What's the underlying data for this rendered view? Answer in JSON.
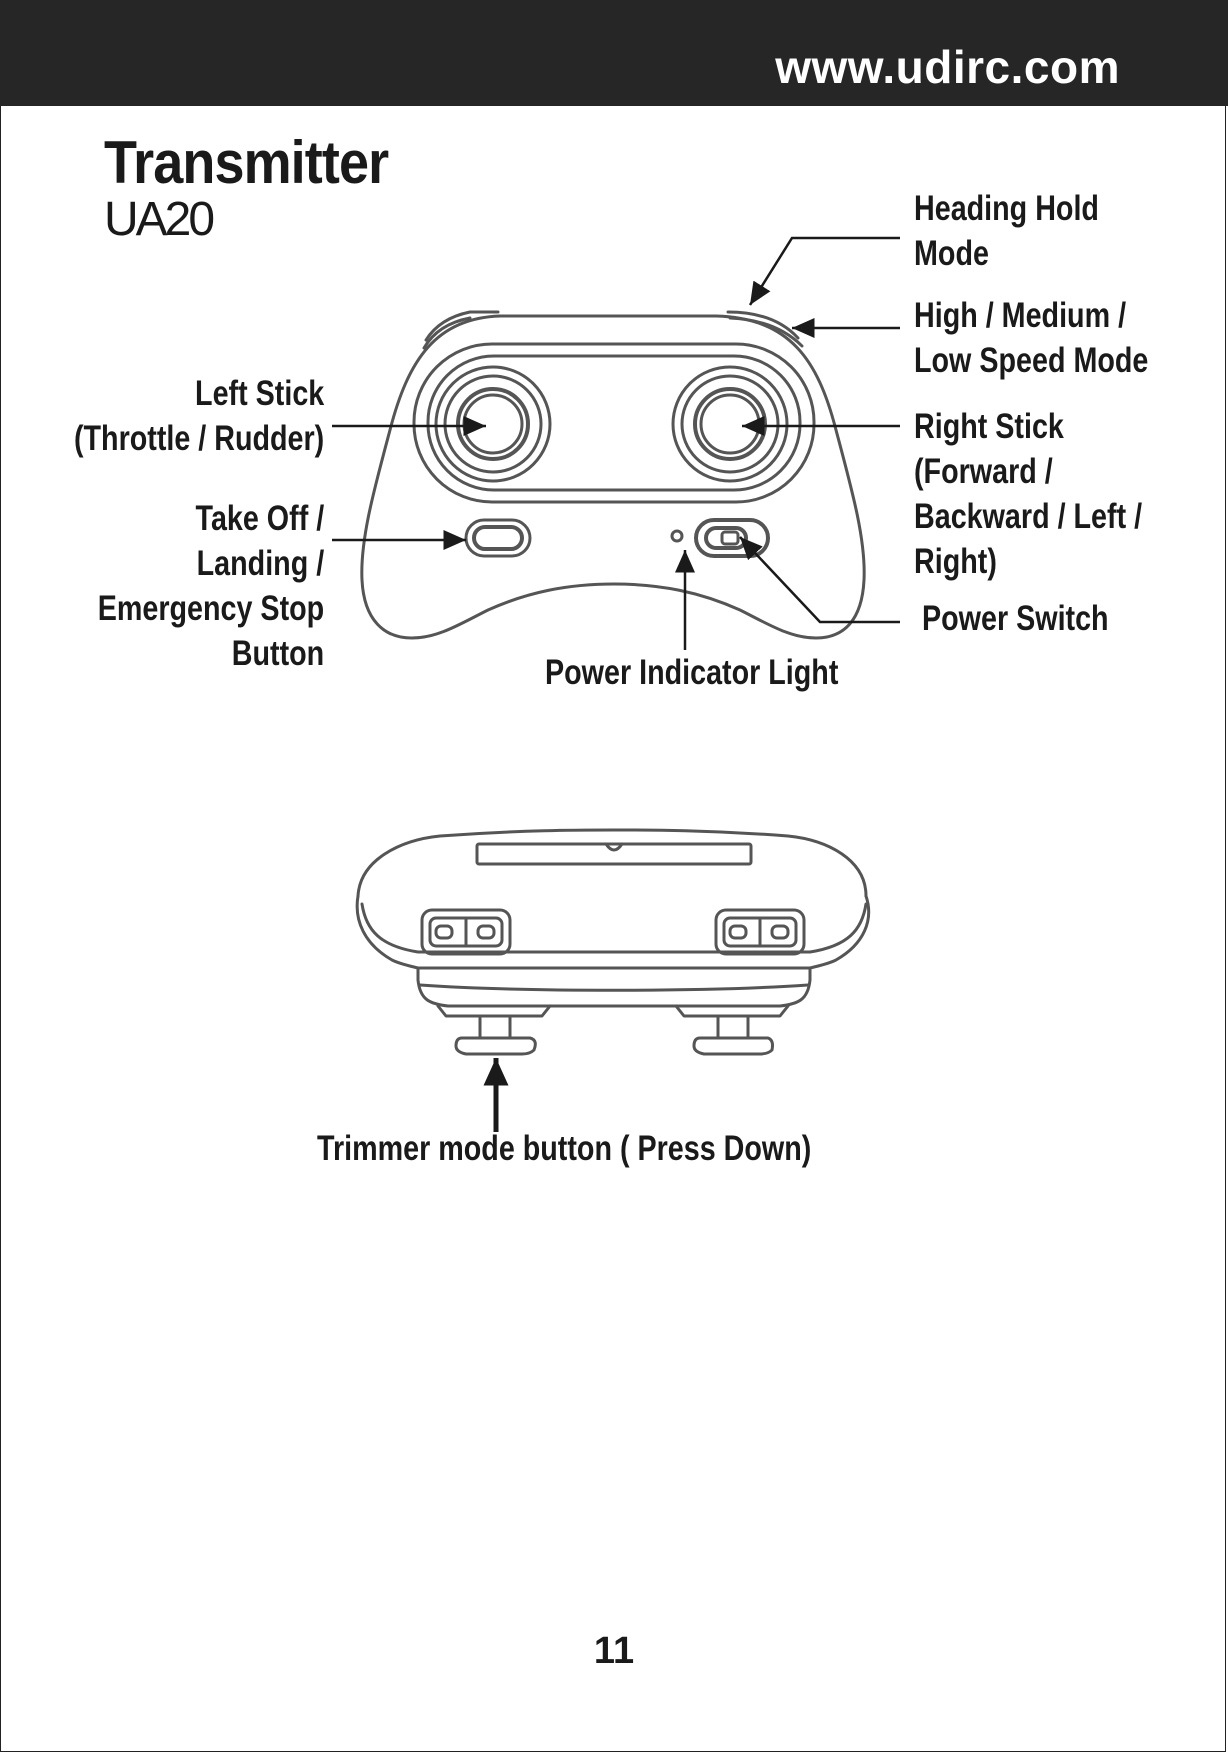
{
  "header": {
    "url": "www.udirc.com"
  },
  "title": "Transmitter",
  "model": "UA20",
  "callouts": {
    "heading_hold": "Heading Hold\nMode",
    "speed_mode": "High / Medium /\nLow Speed Mode",
    "left_stick": "Left Stick\n(Throttle / Rudder)",
    "right_stick": "Right Stick\n(Forward /\nBackward / Left /\nRight)",
    "takeoff_button": "Take Off /\nLanding /\nEmergency Stop\nButton",
    "power_switch": "Power Switch",
    "power_indicator": "Power Indicator Light",
    "trimmer_button": "Trimmer mode button ( Press Down)"
  },
  "page_number": "11"
}
